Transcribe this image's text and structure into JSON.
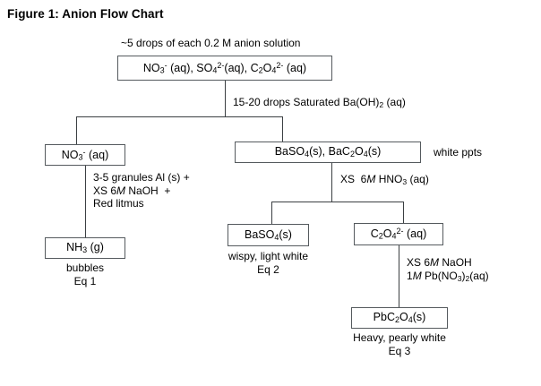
{
  "figure": {
    "title": "Figure 1: Anion Flow Chart",
    "type": "flowchart",
    "topic": "Qualitative analysis separation scheme for nitrate, sulfate and oxalate anions"
  },
  "nodes": {
    "start_caption": "~5 drops of each 0.2 M anion solution",
    "mixture_box": "NO3- (aq), SO42-(aq), C2O42- (aq)",
    "nitrate_box": "NO3- (aq)",
    "precipitates_box": "BaSO4(s), BaC2O4(s)",
    "precipitates_side_note": "white ppts",
    "ammonia_box": "NH3 (g)",
    "ammonia_note_line1": "bubbles",
    "ammonia_note_line2": "Eq 1",
    "barium_sulfate_box": "BaSO4(s)",
    "barium_sulfate_note_line1": "wispy, light white",
    "barium_sulfate_note_line2": "Eq 2",
    "oxalate_box": "C2O42- (aq)",
    "lead_oxalate_box": "PbC2O4(s)",
    "lead_oxalate_note_line1": "Heavy, pearly white",
    "lead_oxalate_note_line2": "Eq 3"
  },
  "edges": {
    "reagent_barium_hydroxide": "15-20 drops Saturated Ba(OH)2 (aq)",
    "reagent_aluminum_line1": "3-5 granules Al (s) +",
    "reagent_aluminum_line2": "XS 6M NaOH  +",
    "reagent_aluminum_line3": "Red litmus",
    "reagent_nitric_acid": "XS  6M HNO3 (aq)",
    "reagent_lead_line1": "XS 6M NaOH",
    "reagent_lead_line2": "1M Pb(NO3)2(aq)"
  },
  "colors": {
    "background": "#ffffff",
    "text": "#000000",
    "box_border": "#555a5e",
    "connector": "#3b3f42"
  }
}
